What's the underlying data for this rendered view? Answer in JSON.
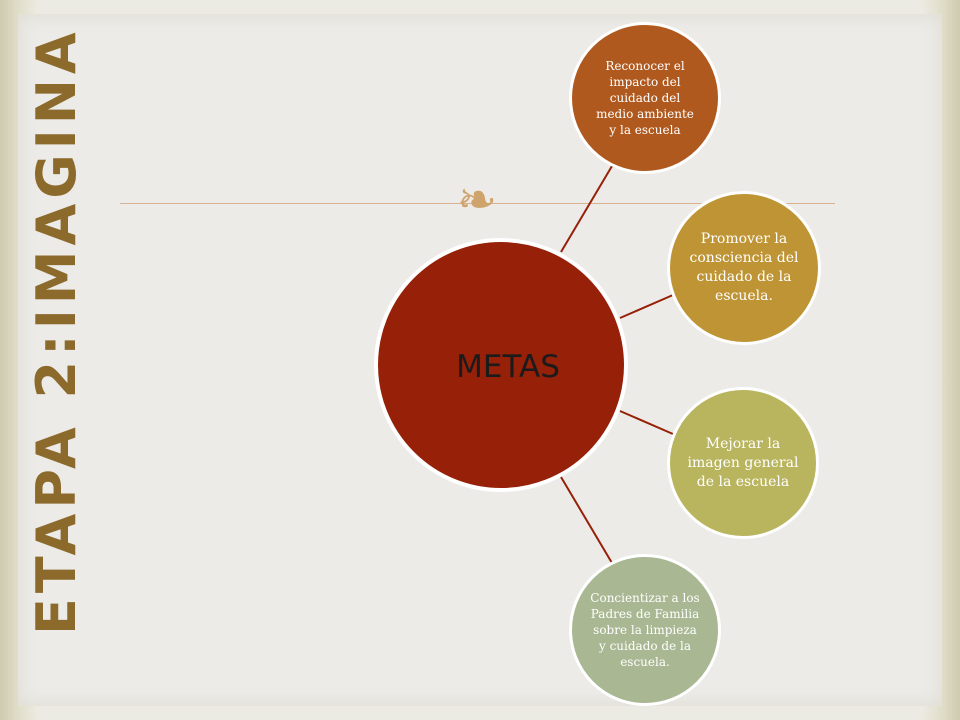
{
  "slide": {
    "title": "ETAPA 2:IMAGINA",
    "ornament": "❧"
  },
  "diagram": {
    "center": "METAS",
    "nodes": [
      "Reconocer el impacto del cuidado del medio ambiente y la escuela",
      "Promover la consciencia del cuidado de la escuela.",
      "Mejorar la imagen general de la escuela",
      "Concientizar a los Padres de Familia  sobre la limpieza y cuidado de la escuela."
    ]
  },
  "colors": {
    "center": "#962008",
    "node1": "#b0591e",
    "node2": "#bf9434",
    "node3": "#b9b45e",
    "node4": "#a9b792",
    "connector": "#962008",
    "title": "#8b6a2b"
  }
}
